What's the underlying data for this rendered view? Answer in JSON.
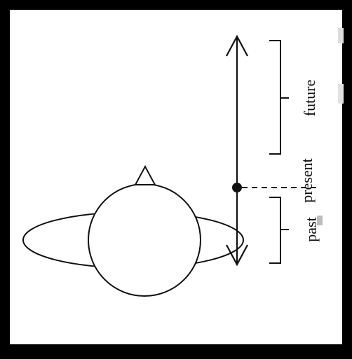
{
  "diagram": {
    "labels": {
      "future": "future",
      "present": "present",
      "past": "past"
    },
    "colors": {
      "frame": "#000000",
      "background": "#ffffff",
      "stroke": "#111111",
      "faint_marks": "#d6d6d6"
    }
  }
}
